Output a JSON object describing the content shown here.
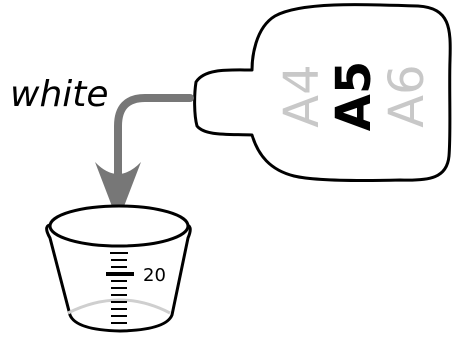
{
  "pour_label": "white",
  "bottle": {
    "labels": [
      {
        "text": "A4",
        "emphasis": false
      },
      {
        "text": "A5",
        "emphasis": true
      },
      {
        "text": "A6",
        "emphasis": false
      }
    ]
  },
  "cup": {
    "mark_value": "20"
  },
  "colors": {
    "outline": "#000000",
    "arrow": "#777777",
    "inactive_label": "#c8c8c8",
    "liquid_line": "#cfcfcf"
  }
}
